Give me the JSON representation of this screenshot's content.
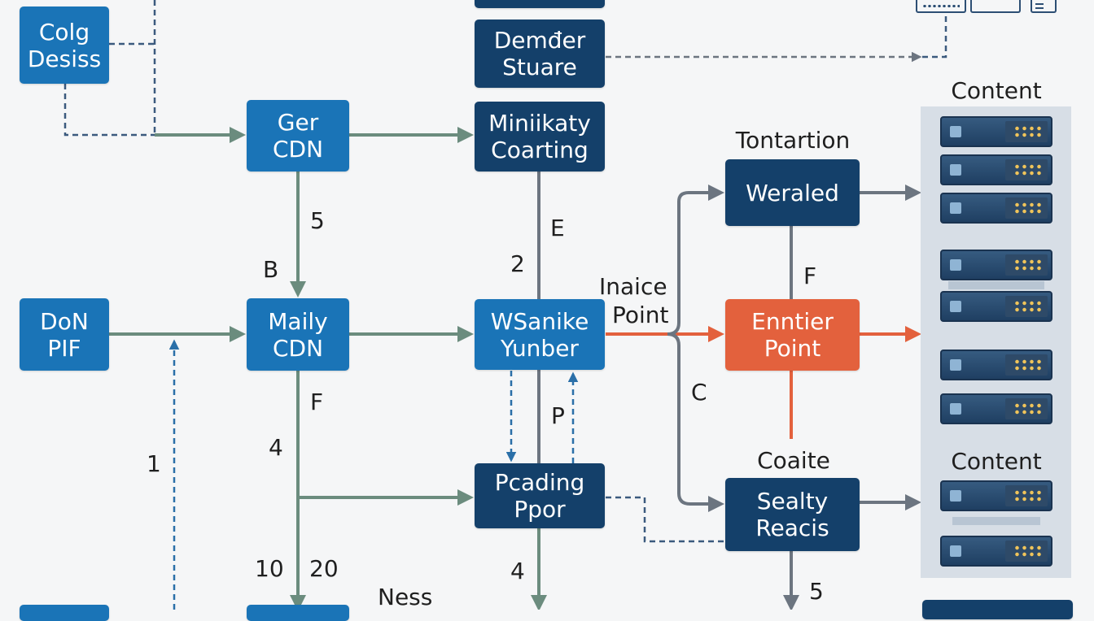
{
  "nodes": {
    "colg_desiss": [
      "Colg",
      "Desiss"
    ],
    "ger_cdn": [
      "Ger",
      "CDN"
    ],
    "demder_stuare": [
      "Demđer",
      "Stuare"
    ],
    "minikaty_coarting": [
      "Miniikaty",
      "Coarting"
    ],
    "don_pif": [
      "DoN",
      "PIF"
    ],
    "maily_cdn": [
      "Maily",
      "CDN"
    ],
    "wsanike_yunber": [
      "WSanike",
      "Yunber"
    ],
    "pcading_ppor": [
      "Pcading",
      "Ppor"
    ],
    "weraled": [
      "Weraled"
    ],
    "enntier_point": [
      "Enntier",
      "Point"
    ],
    "sealty_reacis": [
      "Sealty",
      "Reacis"
    ]
  },
  "labels": {
    "content_top": "Content",
    "content_bottom": "Content",
    "tontartion": "Tontartion",
    "coaite": "Coaite",
    "inaice_point": [
      "Inaice",
      "Point"
    ],
    "ness": "Ness"
  },
  "edge_labels": {
    "ger_to_maily": "5",
    "b": "B",
    "e": "E",
    "two": "2",
    "f_right": "F",
    "c": "C",
    "f_left": "F",
    "four_left": "4",
    "p": "P",
    "one": "1",
    "ten": "10",
    "twenty": "20",
    "four_bottom": "4",
    "five_bottom": "5"
  },
  "colors": {
    "node_mid": "#1a74b7",
    "node_dark": "#14406a",
    "node_highlight": "#e3613d",
    "edge_green": "#6b8c7e",
    "edge_gray": "#6c7580",
    "edge_dashed_blue": "#2a6fa8",
    "edge_dashed_dark": "#3b5a7e",
    "edge_orange": "#e3613d"
  },
  "icons": [
    "server-icon",
    "window-icon",
    "document-icon"
  ]
}
